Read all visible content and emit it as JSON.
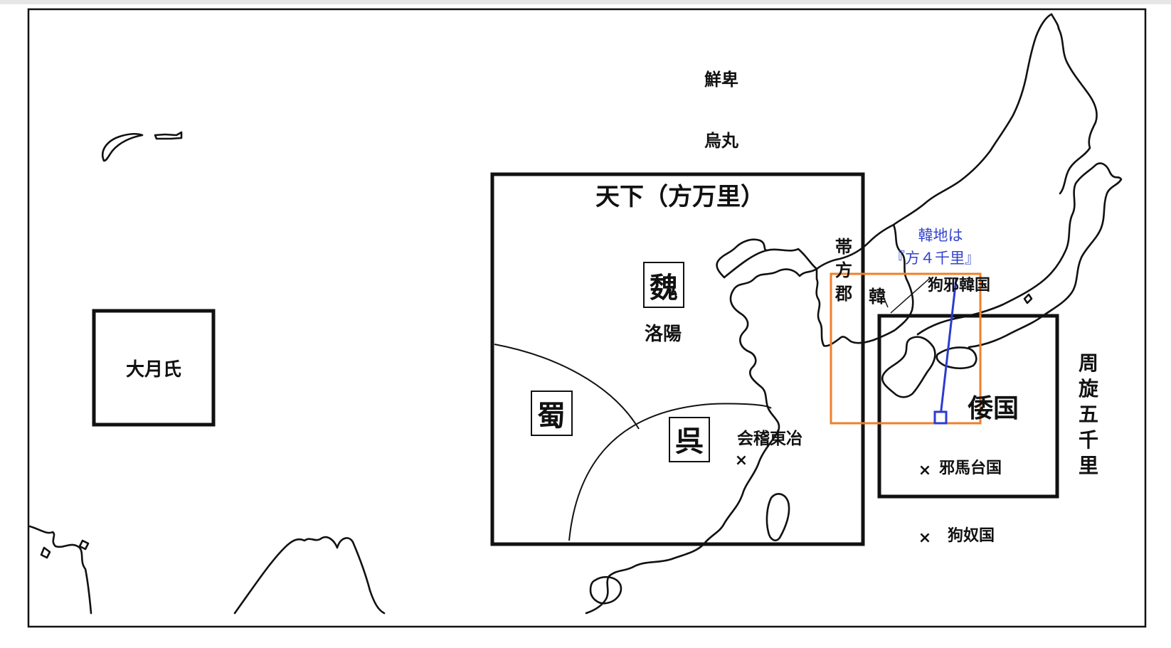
{
  "map": {
    "labels": {
      "xianbei": "鮮卑",
      "wuhuan": "烏丸",
      "tianxia": "天下（方万里）",
      "wei": "魏",
      "luoyang": "洛陽",
      "shu": "蜀",
      "wu": "呉",
      "kuaiji": "会稽東冶",
      "daifang_1": "帯",
      "daifang_2": "方",
      "daifang_3": "郡",
      "han": "韓",
      "gouya": "狗邪韓国",
      "hanchi_1": "韓地は",
      "hanchi_2": "『方４千里』",
      "wakoku": "倭国",
      "yamatai": "邪馬台国",
      "kunu": "狗奴国",
      "yuezhi": "大月氏",
      "zhou_1": "周",
      "zhou_2": "旋",
      "zhou_3": "五",
      "zhou_4": "千",
      "zhou_5": "里"
    },
    "markers": {
      "cross": "×"
    },
    "colors": {
      "orange_box": "#f07f2a",
      "blue_line": "#2c3bd1",
      "ink": "#111111"
    }
  }
}
